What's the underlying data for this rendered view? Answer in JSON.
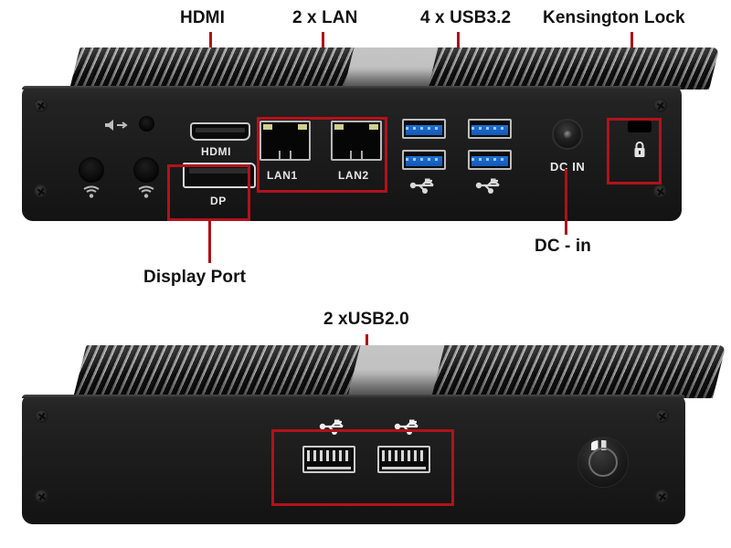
{
  "image": {
    "title": "Mini PC front and rear I/O port callout diagram",
    "background_color": "#ffffff",
    "callout_color": "#b2121b",
    "chassis_color": "#1b1b1b"
  },
  "callouts": {
    "hdmi": "HDMI",
    "lan": "2 x LAN",
    "usb32": "4 x USB3.2",
    "kensington": "Kensington Lock",
    "display_port": "Display Port",
    "dc_in": "DC - in",
    "usb20": "2 xUSB2.0"
  },
  "top_unit": {
    "name": "front-panel",
    "port_labels": {
      "hdmi": "HDMI",
      "dp": "DP",
      "lan1": "LAN1",
      "lan2": "LAN2",
      "dc_in": "DC IN"
    },
    "icons": {
      "audio_out": "audio-line-out-icon",
      "audio_jack": "audio-jack-icon",
      "antenna_left": "wifi-antenna-icon",
      "antenna_right": "wifi-antenna-icon",
      "usb_left": "usb-icon",
      "usb_right": "usb-icon",
      "lock": "padlock-icon"
    },
    "ports": {
      "usb32_count": 4,
      "usb32_color": "#1558b8",
      "lan_count": 2,
      "hdmi_count": 1,
      "dp_count": 1,
      "dc_in_count": 1,
      "kensington_count": 1
    }
  },
  "bottom_unit": {
    "name": "rear-panel",
    "icons": {
      "usb_left": "usb-icon",
      "usb_right": "usb-icon",
      "power": "power-button-icon"
    },
    "ports": {
      "usb20_count": 2,
      "usb20_color": "#0a0a0a",
      "power_button_count": 1
    }
  }
}
